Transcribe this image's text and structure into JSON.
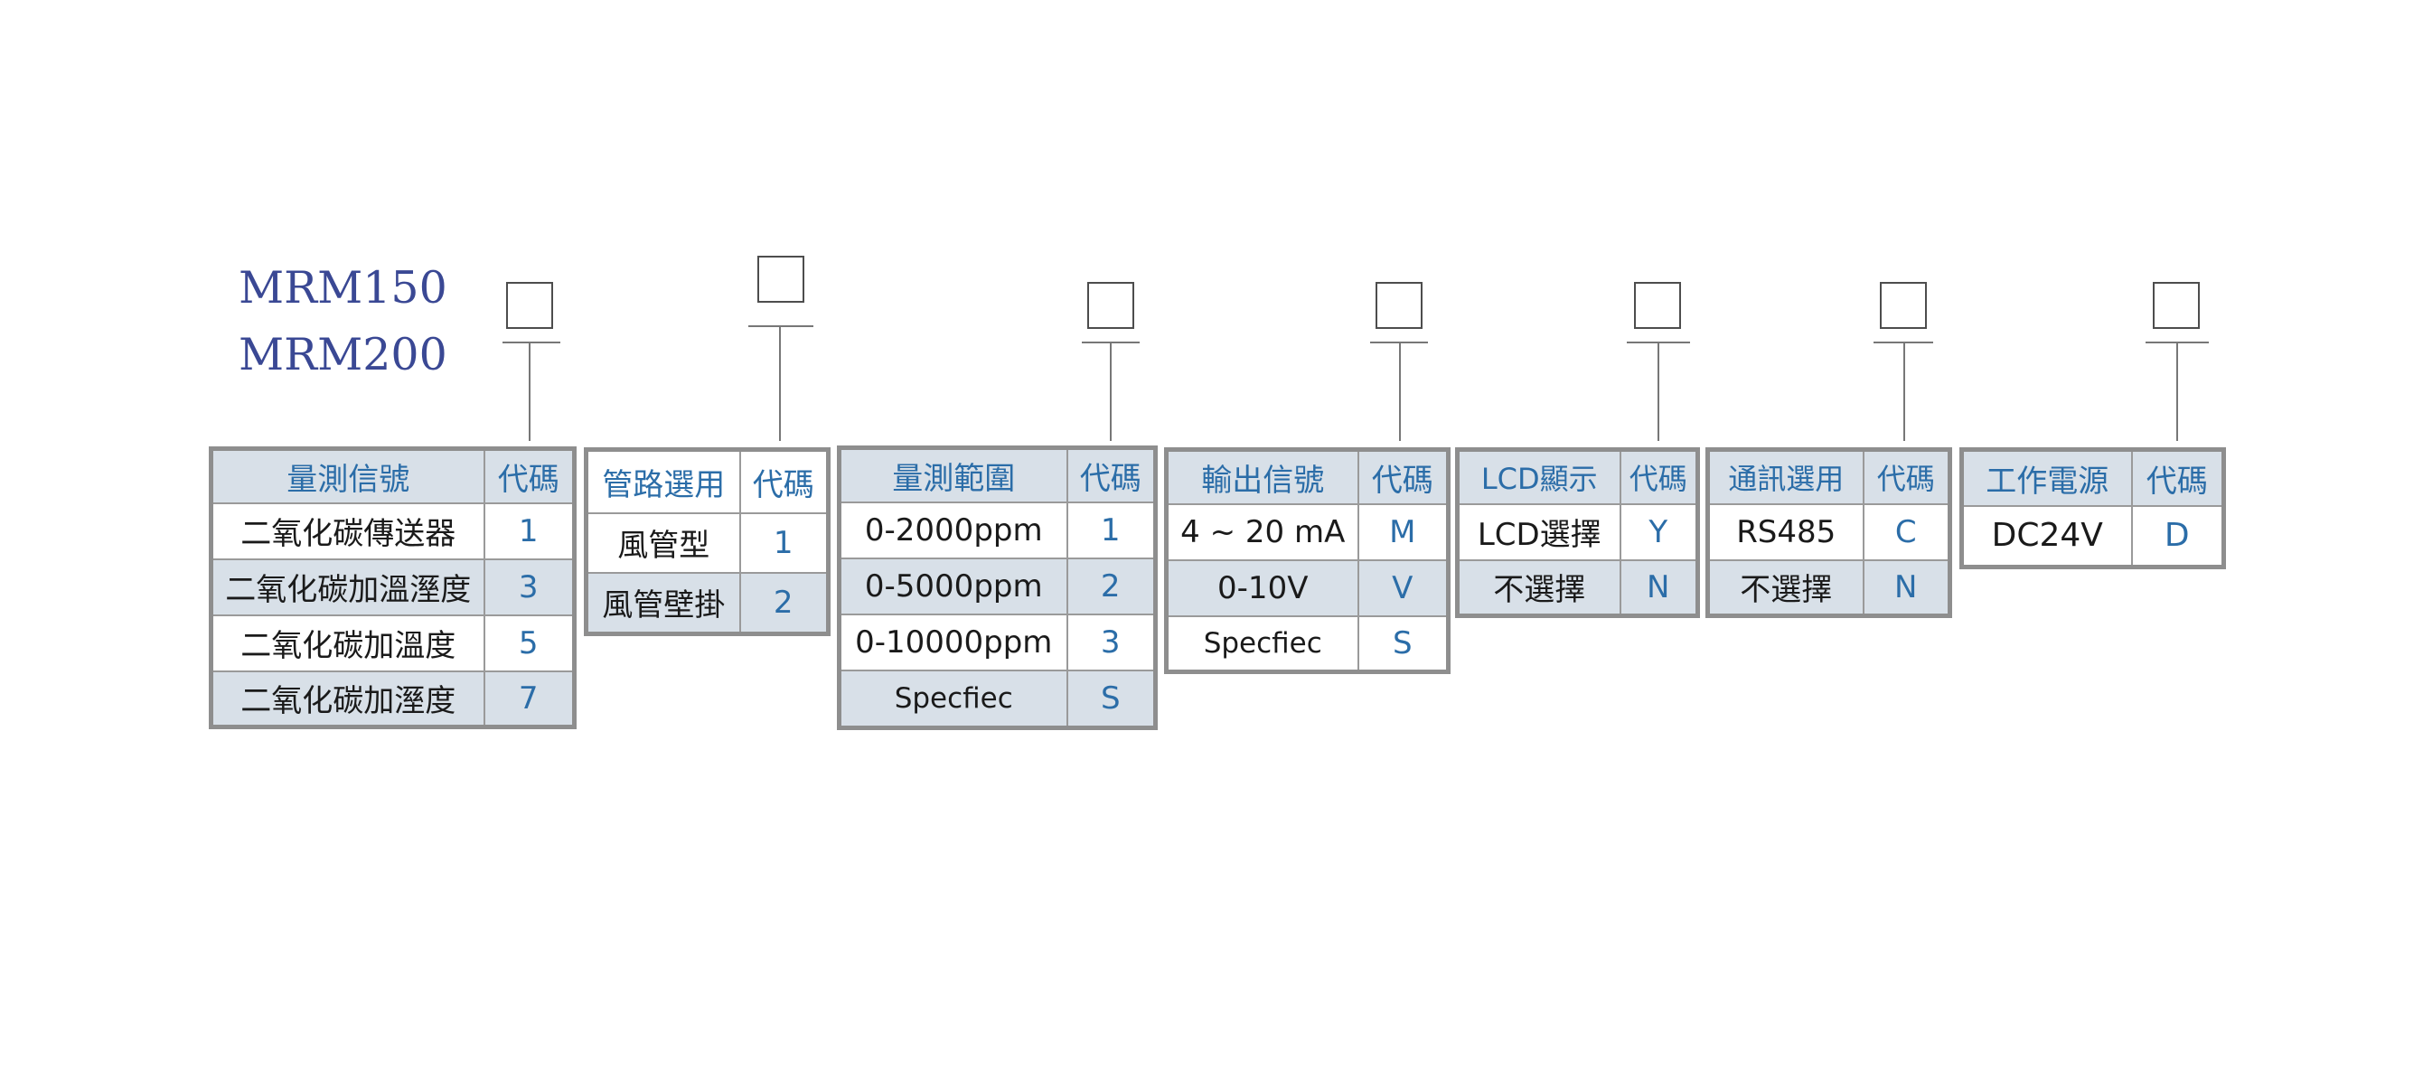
{
  "models": [
    "MRM150",
    "MRM200"
  ],
  "code_header": "代碼",
  "groups": [
    {
      "title": "量測信號",
      "rows": [
        {
          "name": "二氧化碳傳送器",
          "code": "1"
        },
        {
          "name": "二氧化碳加溫溼度",
          "code": "3"
        },
        {
          "name": "二氧化碳加溫度",
          "code": "5"
        },
        {
          "name": "二氧化碳加溼度",
          "code": "7"
        }
      ]
    },
    {
      "title": "管路選用",
      "rows": [
        {
          "name": "風管型",
          "code": "1"
        },
        {
          "name": "風管壁掛",
          "code": "2"
        }
      ]
    },
    {
      "title": "量測範圍",
      "rows": [
        {
          "name": "0-2000ppm",
          "code": "1"
        },
        {
          "name": "0-5000ppm",
          "code": "2"
        },
        {
          "name": "0-10000ppm",
          "code": "3"
        },
        {
          "name": "Specfiec",
          "code": "S"
        }
      ]
    },
    {
      "title": "輸出信號",
      "rows": [
        {
          "name": "4 ~ 20 mA",
          "code": "M"
        },
        {
          "name": "0-10V",
          "code": "V"
        },
        {
          "name": "Specfiec",
          "code": "S"
        }
      ]
    },
    {
      "title": "LCD顯示",
      "rows": [
        {
          "name": "LCD選擇",
          "code": "Y"
        },
        {
          "name": "不選擇",
          "code": "N"
        }
      ]
    },
    {
      "title": "通訊選用",
      "rows": [
        {
          "name": "RS485",
          "code": "C"
        },
        {
          "name": "不選擇",
          "code": "N"
        }
      ]
    },
    {
      "title": "工作電源",
      "rows": [
        {
          "name": "DC24V",
          "code": "D"
        }
      ]
    }
  ]
}
